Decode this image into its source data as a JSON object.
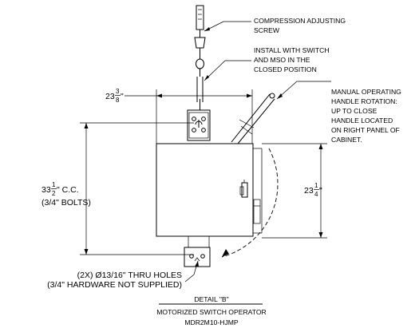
{
  "notes": {
    "compression_1": "COMPRESSION ADJUSTING",
    "compression_2": "SCREW",
    "install_1": "INSTALL WITH SWITCH",
    "install_2": "AND MSO IN THE",
    "install_3": "CLOSED POSITION",
    "manual_1": "MANUAL OPERATING",
    "manual_2": "HANDLE ROTATION:",
    "manual_3": "UP TO CLOSE",
    "manual_4": "HANDLE LOCATED",
    "manual_5": "ON RIGHT PANEL OF",
    "manual_6": "CABINET.",
    "holes_1": "(2X) Ø13/16\" THRU HOLES",
    "holes_2": "(3/4\" HARDWARE NOT SUPPLIED)"
  },
  "dimensions": {
    "width_whole": "23",
    "width_num": "3",
    "width_den": "8",
    "width_unit": "\"",
    "cc_whole": "33",
    "cc_num": "1",
    "cc_den": "2",
    "cc_unit": "\" C.C.",
    "cc_bolts": "(3/4\" BOLTS)",
    "height_whole": "23",
    "height_num": "1",
    "height_den": "4",
    "height_unit": "\""
  },
  "title_block": {
    "detail": "DETAIL \"B\"",
    "name": "MOTORIZED SWITCH OPERATOR",
    "model": "MDR2M10-HJMP"
  }
}
